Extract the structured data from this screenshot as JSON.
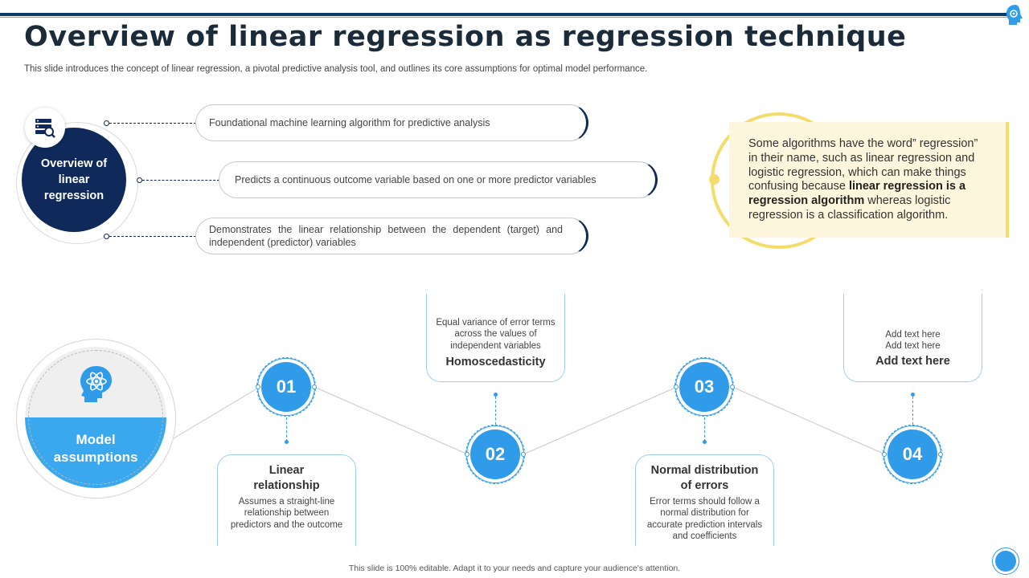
{
  "slide": {
    "title": "Overview of linear regression as regression technique",
    "subtitle": "This slide introduces the concept of  linear regression, a pivotal predictive analysis tool, and outlines its core assumptions for optimal model performance.",
    "footer": "This slide is 100% editable. Adapt it to your needs and capture your audience's attention."
  },
  "overview": {
    "label": "Overview of linear regression",
    "icon": "server-search-icon",
    "points": [
      "Foundational machine learning algorithm for predictive analysis",
      "Predicts a continuous outcome variable based on one or more predictor variables",
      "Demonstrates the linear relationship between the dependent (target) and independent (predictor) variables"
    ]
  },
  "note": {
    "part1": "Some algorithms have the word” regression” in their name, such as linear regression and logistic regression, which can make things confusing because ",
    "bold": "linear regression is a regression algorithm",
    "part2": " whereas logistic regression is a classification algorithm."
  },
  "assumptions": {
    "label": "Model assumptions",
    "icon": "head-atom-icon",
    "steps": [
      {
        "num": "01",
        "title": "Linear relationship",
        "desc": "Assumes a straight-line relationship between predictors and the outcome"
      },
      {
        "num": "02",
        "title": "Homoscedasticity",
        "desc": "Equal variance of error terms across the values of independent variables"
      },
      {
        "num": "03",
        "title": "Normal distribution of errors",
        "desc": "Error terms should follow a normal distribution for accurate prediction intervals and coefficients"
      },
      {
        "num": "04",
        "title": "Add text here",
        "desc_line1": "Add text here",
        "desc_line2": "Add text here"
      }
    ]
  },
  "colors": {
    "navy": "#0f2a5a",
    "blue": "#2f9be9",
    "yellow": "#f4dc6a",
    "cream": "#fdf6dc"
  }
}
